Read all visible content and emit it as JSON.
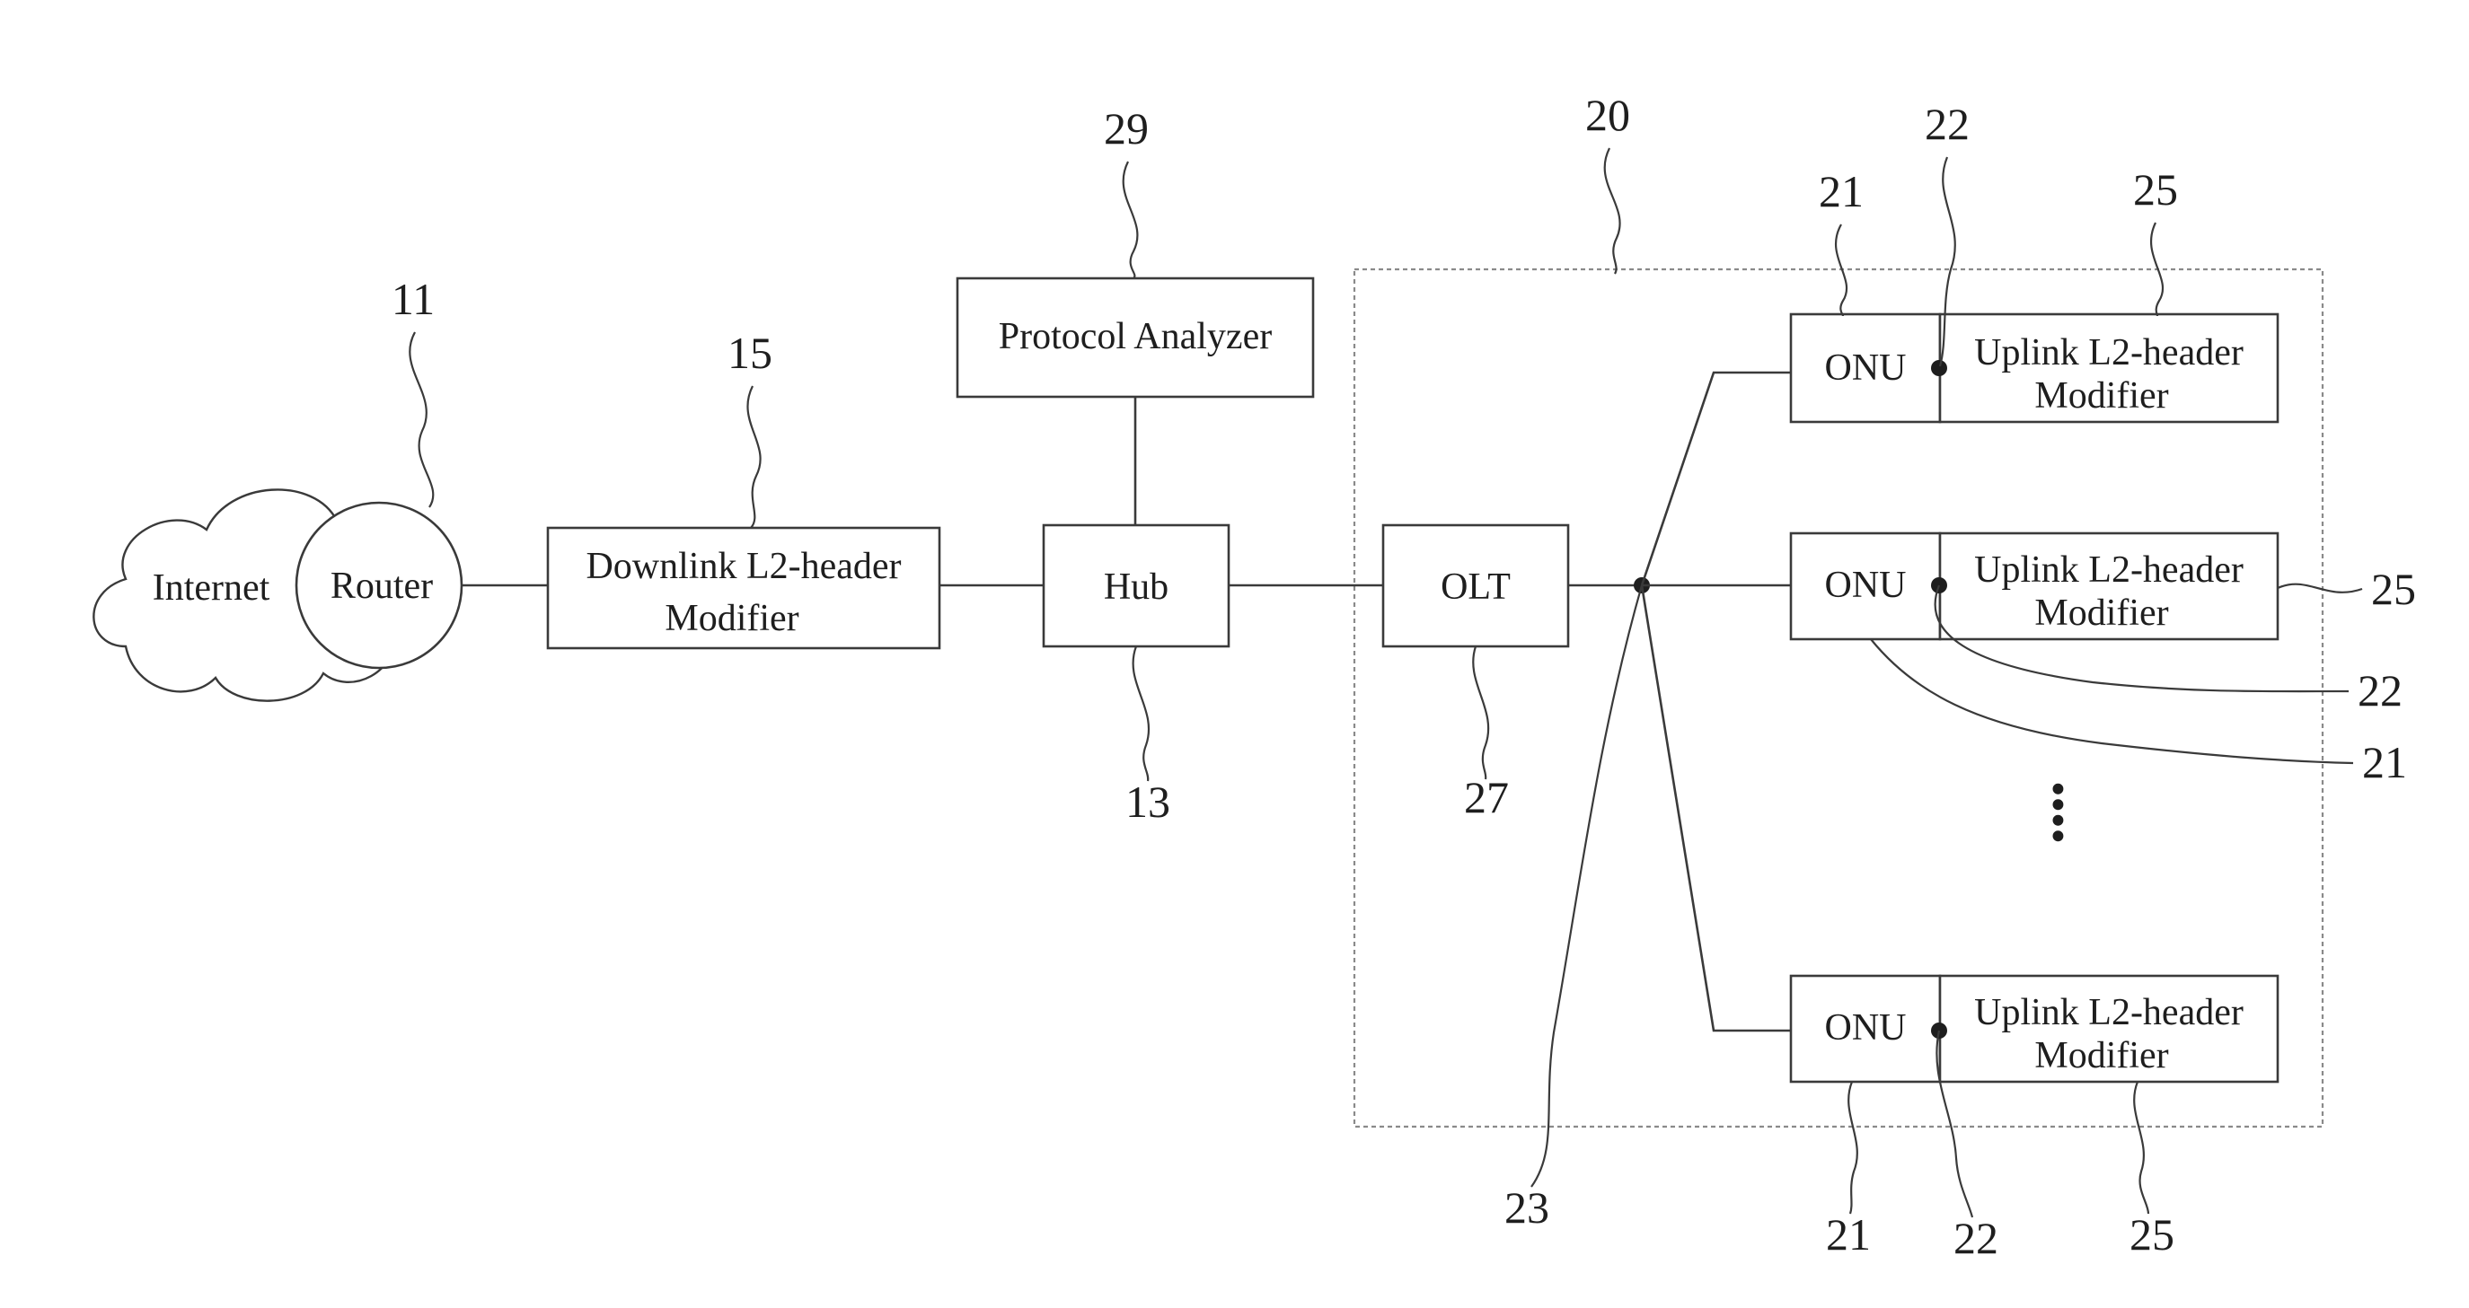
{
  "nodes": {
    "internet": "Internet",
    "router": "Router",
    "downlink_l1": "Downlink L2-header",
    "downlink_l2": "Modifier",
    "protocol_analyzer": "Protocol Analyzer",
    "hub": "Hub",
    "olt": "OLT",
    "onu": "ONU",
    "uplink_l1": "Uplink L2-header",
    "uplink_l2": "Modifier",
    "ellipsis": "••••"
  },
  "refs": {
    "router": "11",
    "hub": "13",
    "downlink": "15",
    "system": "20",
    "onu": "21",
    "tap": "22",
    "splitter": "23",
    "uplink": "25",
    "olt": "27",
    "analyzer": "29"
  }
}
